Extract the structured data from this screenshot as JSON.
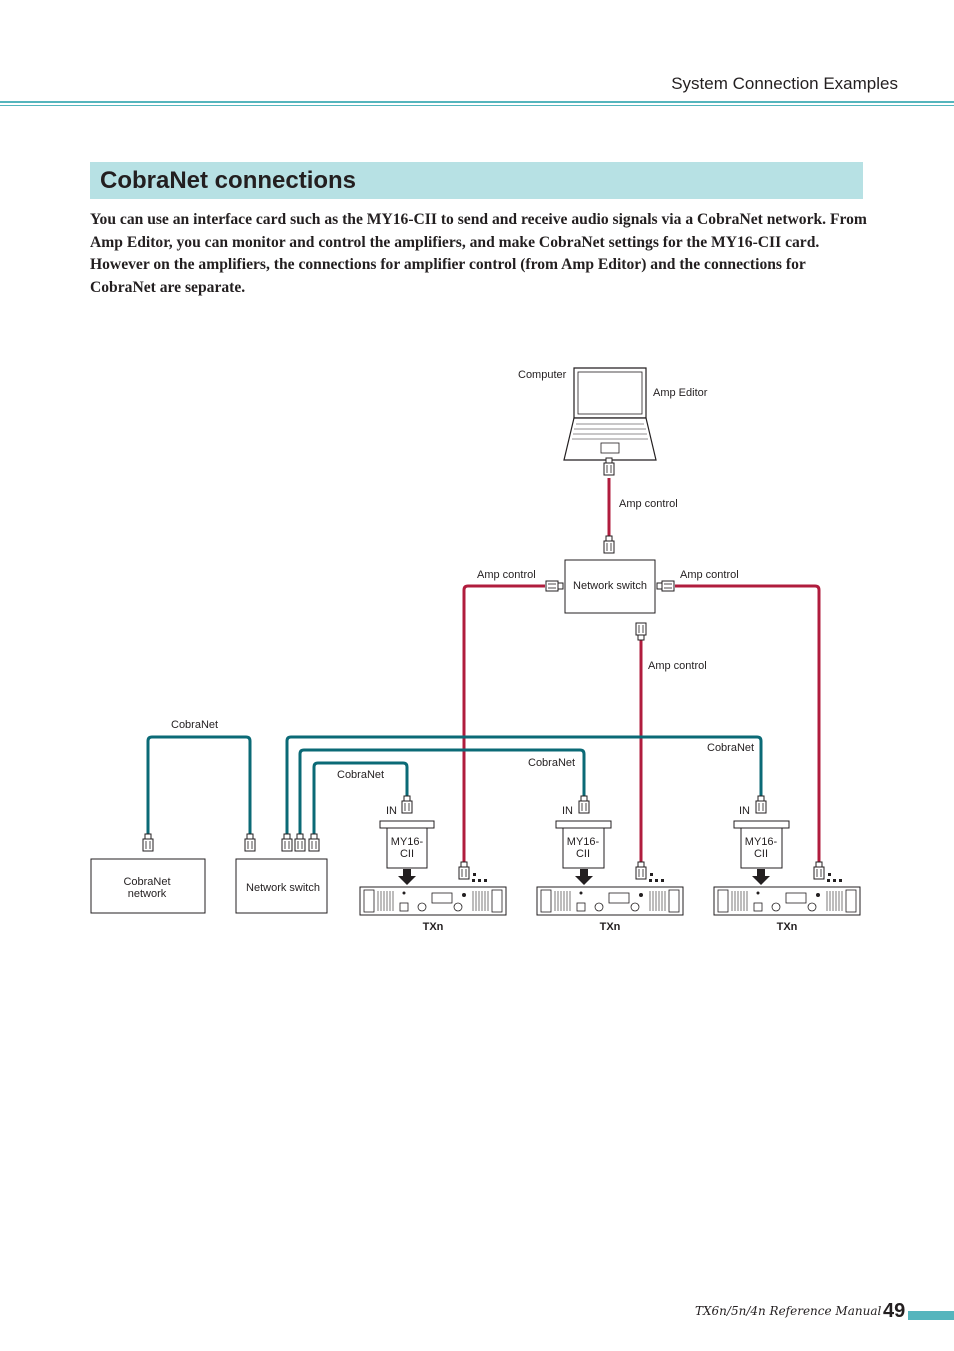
{
  "header": {
    "title": "System Connection Examples"
  },
  "section": {
    "title": "CobraNet connections"
  },
  "intro": "You can use an interface card such as the MY16-CII to send and receive audio signals via a CobraNet network. From Amp Editor, you can monitor and control the amplifiers, and make CobraNet settings for the MY16-CII card. However on the amplifiers, the connections for amplifier control (from Amp Editor) and the connections for CobraNet are separate.",
  "diagram": {
    "computer_label": "Computer",
    "amp_editor_label": "Amp Editor",
    "amp_control_top": "Amp control",
    "network_switch_top": "Network switch",
    "amp_control_left": "Amp control",
    "amp_control_right": "Amp control",
    "amp_control_mid": "Amp control",
    "cobranet_label_1": "CobraNet",
    "cobranet_label_2": "CobraNet",
    "cobranet_label_3": "CobraNet",
    "cobranet_label_4": "CobraNet",
    "cobranet_network_line1": "CobraNet",
    "cobranet_network_line2": "network",
    "network_switch_bottom": "Network switch",
    "in_label": "IN",
    "card_line1": "MY16-",
    "card_line2": "CII",
    "amp_label": "TXn",
    "colors": {
      "amp_control_cable": "#b01c3d",
      "cobranet_cable": "#0b6a76"
    }
  },
  "footer": {
    "manual": "TX6n/5n/4n  Reference Manual",
    "page": "49"
  }
}
